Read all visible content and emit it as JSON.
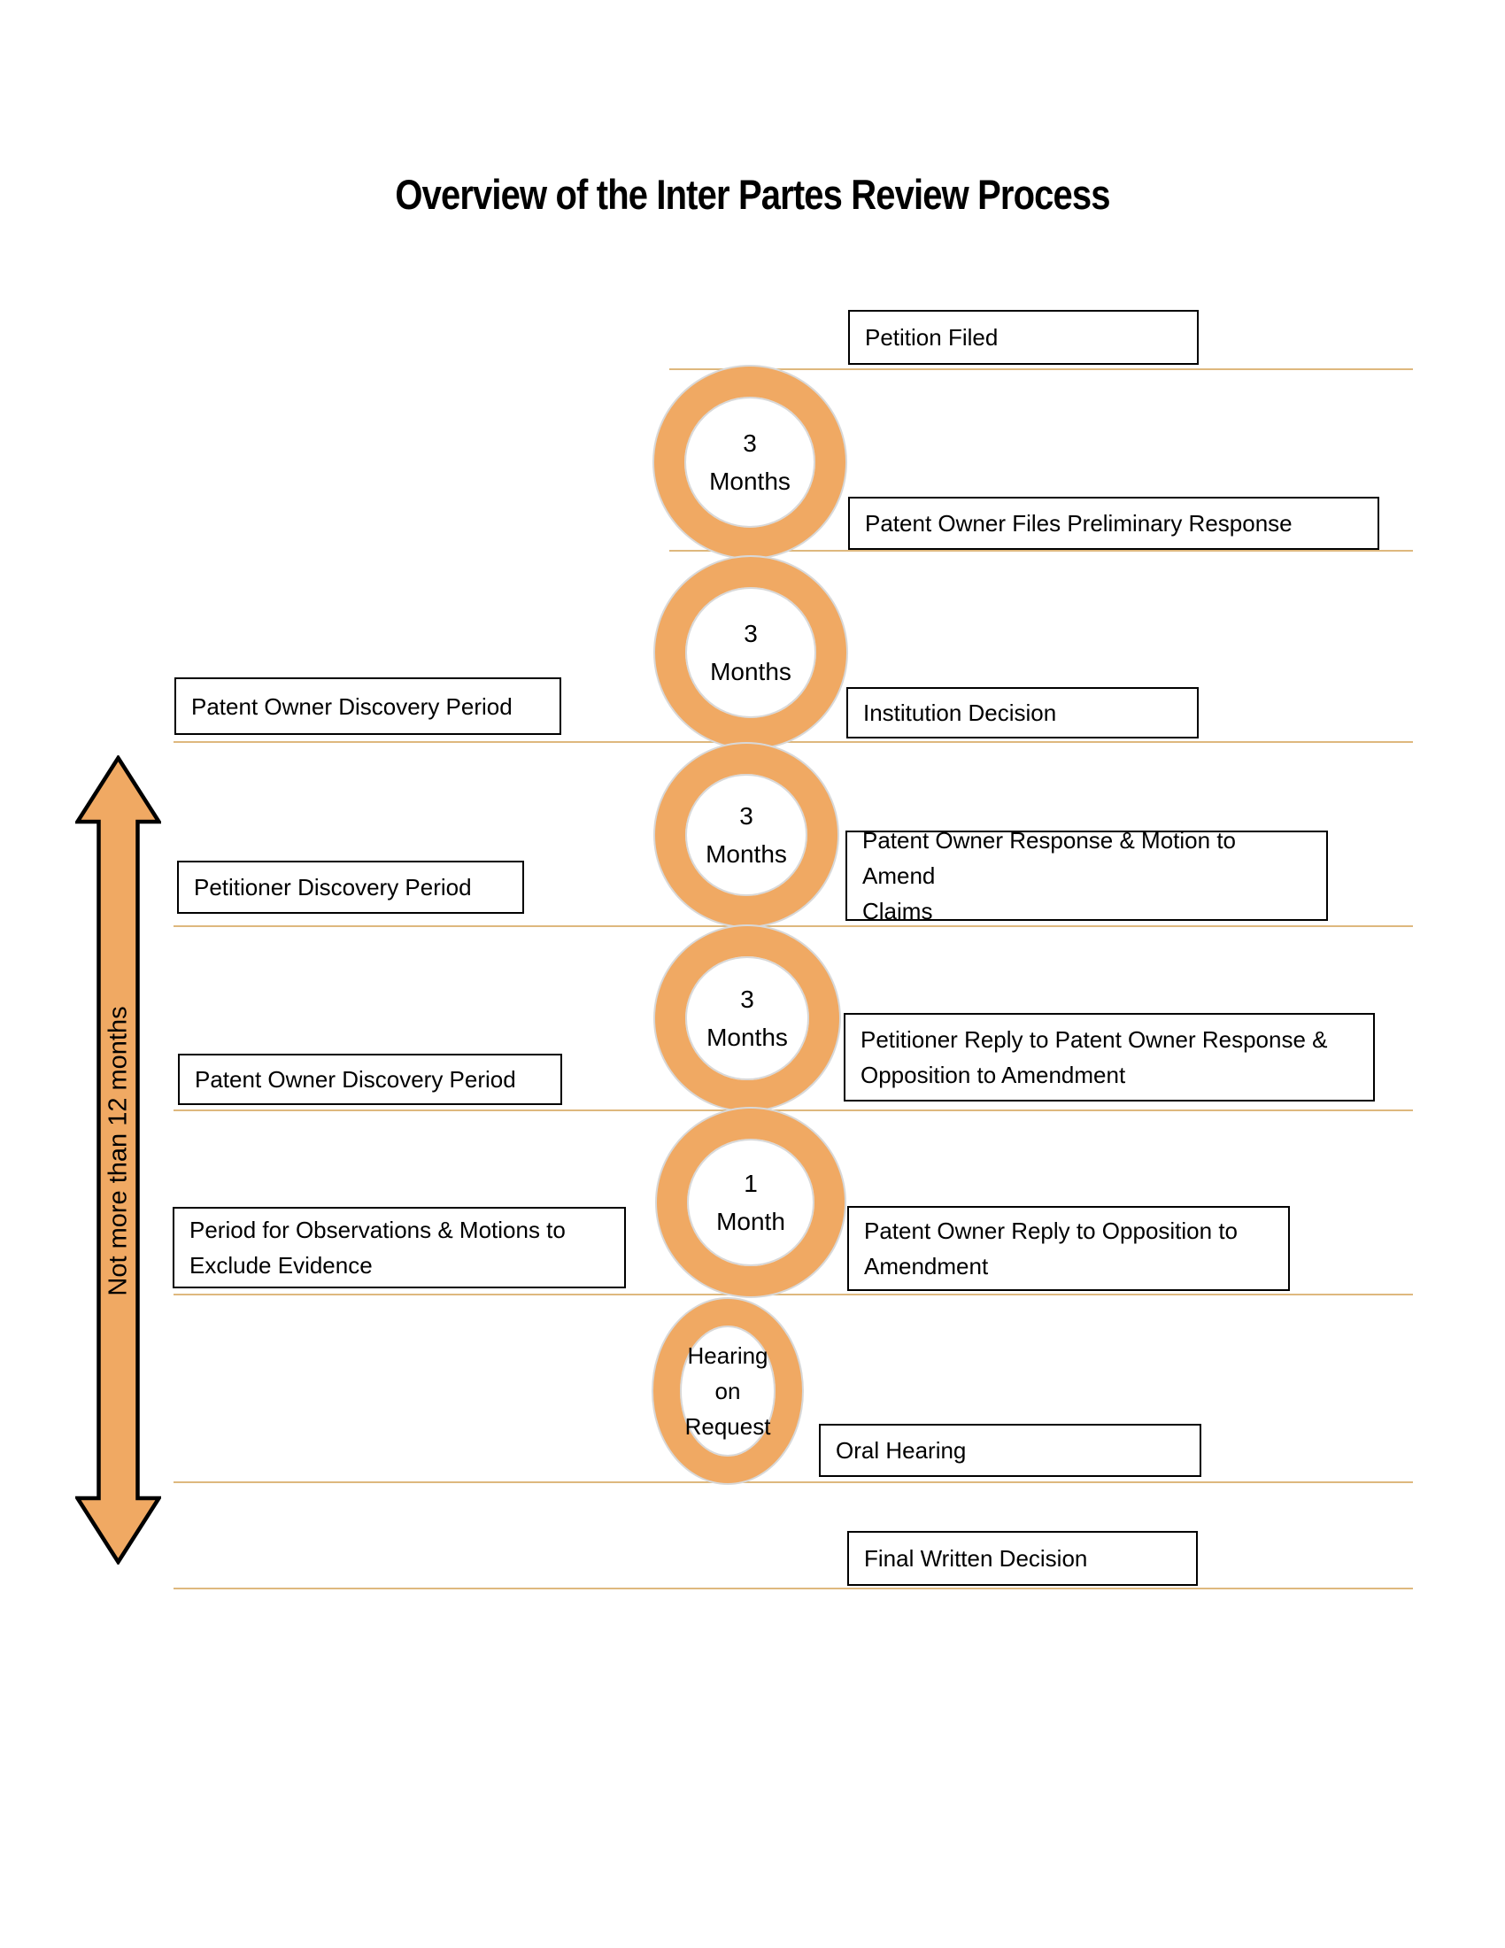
{
  "title": "Overview of the Inter Partes Review Process",
  "timeline": {
    "arrow_label": "Not more than 12 months",
    "durations": [
      {
        "lines": [
          "3",
          "Months"
        ]
      },
      {
        "lines": [
          "3",
          "Months"
        ]
      },
      {
        "lines": [
          "3",
          "Months"
        ]
      },
      {
        "lines": [
          "3",
          "Months"
        ]
      },
      {
        "lines": [
          "1",
          "Month"
        ]
      },
      {
        "lines": [
          "Hearing",
          "on",
          "Request"
        ]
      }
    ],
    "milestones": [
      {
        "label": "Petition Filed"
      },
      {
        "label": "Patent Owner Files Preliminary Response"
      },
      {
        "label": "Institution Decision"
      },
      {
        "label": "Patent Owner Response & Motion to Amend\nClaims"
      },
      {
        "label": "Petitioner Reply to Patent Owner Response &\nOpposition to Amendment"
      },
      {
        "label": "Patent Owner Reply to Opposition to\nAmendment"
      },
      {
        "label": "Oral Hearing"
      },
      {
        "label": "Final Written Decision"
      }
    ],
    "periods": [
      {
        "label": "Patent Owner Discovery Period"
      },
      {
        "label": "Petitioner Discovery Period"
      },
      {
        "label": "Patent Owner Discovery Period"
      },
      {
        "label": "Period for Observations & Motions to\nExclude Evidence"
      }
    ]
  },
  "colors": {
    "accent_orange": "#F0A963",
    "line_tan": "#DEB87E",
    "ring_outline_gray": "#D8D8D8",
    "box_border": "#000000",
    "text": "#000000",
    "background": "#FFFFFF"
  }
}
